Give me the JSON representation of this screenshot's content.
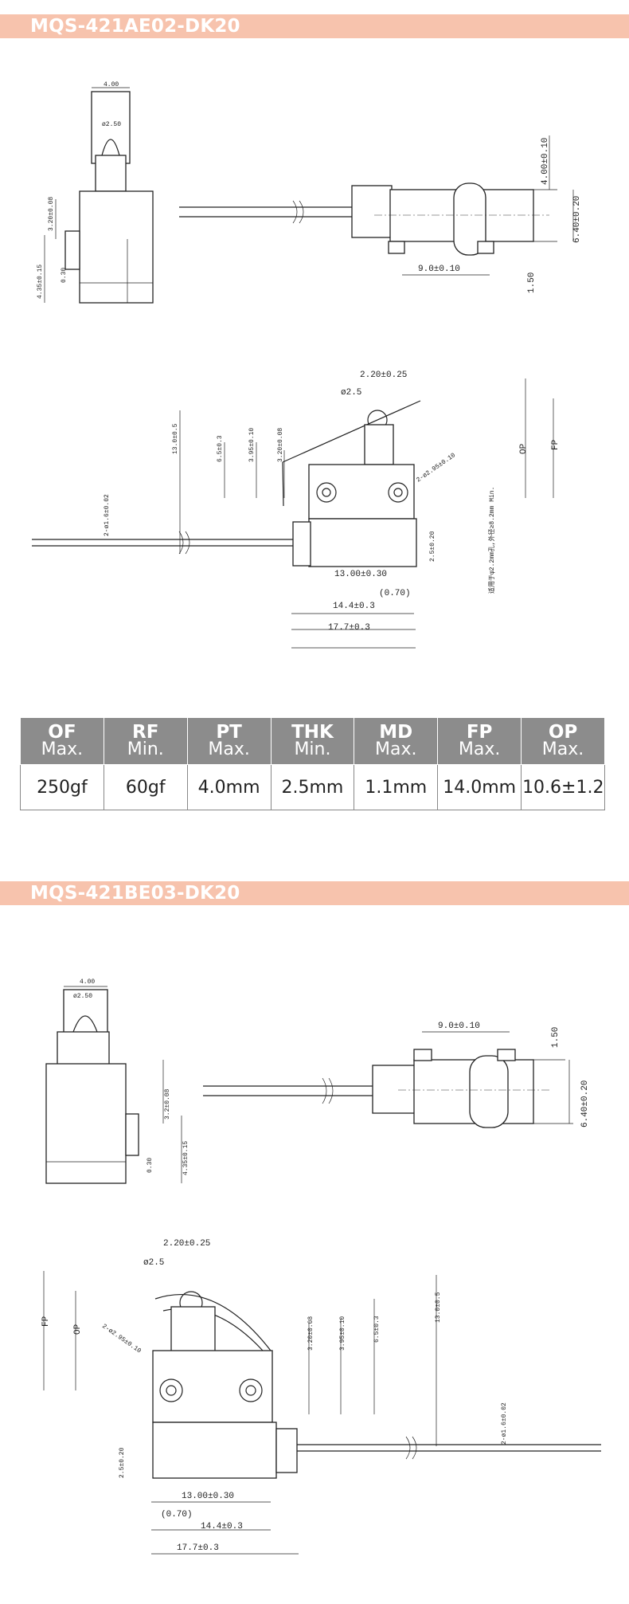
{
  "sections": [
    {
      "title": "MQS-421AE02-DK20"
    },
    {
      "title": "MQS-421BE03-DK20"
    }
  ],
  "dims_front": {
    "width": "4.00",
    "plunger": "ø2.50",
    "h1": "3.20±0.08",
    "h2": "4.35±0.15",
    "h3": "0.30",
    "h1_b": "3.2±0.08"
  },
  "dims_top": {
    "d1": "4.00±0.10",
    "d2": "6.40±0.20",
    "d3": "9.0±0.10",
    "d4": "1.50"
  },
  "dims_side": {
    "a": "2.20±0.25",
    "b": "ø2.5",
    "c": "13.0±0.5",
    "d": "6.5±0.3",
    "e": "3.95±0.10",
    "f": "3.20±0.08",
    "g": "2-ø1.6±0.02",
    "h": "2-ø2.95±0.10",
    "op": "OP",
    "fp": "FP",
    "i": "2.5±0.20",
    "j": "13.00±0.30",
    "k": "(0.70)",
    "l": "14.4±0.3",
    "m": "17.7±0.3",
    "note": "适用于φ2.2mm孔,外径≥8.2mm Min."
  },
  "spec_table": {
    "headers": [
      {
        "key": "OF",
        "qual": "Max."
      },
      {
        "key": "RF",
        "qual": "Min."
      },
      {
        "key": "PT",
        "qual": "Max."
      },
      {
        "key": "THK",
        "qual": "Min."
      },
      {
        "key": "MD",
        "qual": "Max."
      },
      {
        "key": "FP",
        "qual": "Max."
      },
      {
        "key": "OP",
        "qual": "Max."
      }
    ],
    "values": [
      "250gf",
      "60gf",
      "4.0mm",
      "2.5mm",
      "1.1mm",
      "14.0mm",
      "10.6±1.2"
    ]
  }
}
